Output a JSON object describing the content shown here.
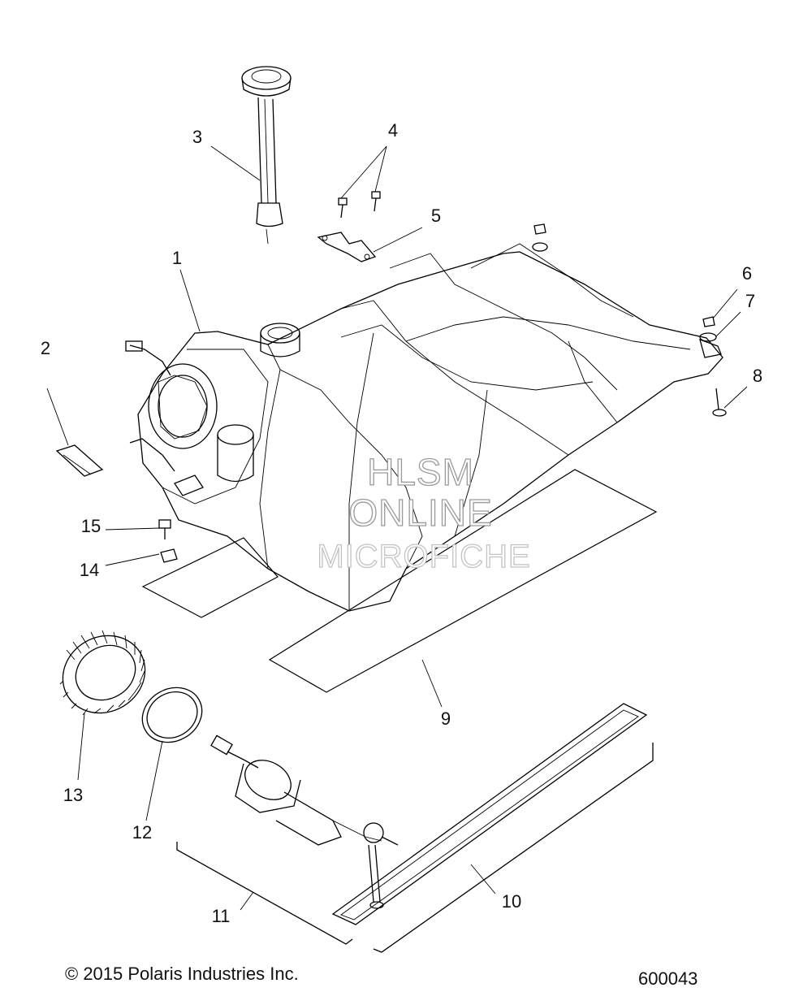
{
  "diagram": {
    "callouts": [
      {
        "id": "1",
        "text": "1"
      },
      {
        "id": "2",
        "text": "2"
      },
      {
        "id": "3",
        "text": "3"
      },
      {
        "id": "4",
        "text": "4"
      },
      {
        "id": "5",
        "text": "5"
      },
      {
        "id": "6",
        "text": "6"
      },
      {
        "id": "7",
        "text": "7"
      },
      {
        "id": "8",
        "text": "8"
      },
      {
        "id": "9",
        "text": "9"
      },
      {
        "id": "10",
        "text": "10"
      },
      {
        "id": "11",
        "text": "11"
      },
      {
        "id": "12",
        "text": "12"
      },
      {
        "id": "13",
        "text": "13"
      },
      {
        "id": "14",
        "text": "14"
      },
      {
        "id": "15",
        "text": "15"
      }
    ],
    "watermark": {
      "line1": "HLSM",
      "line2": "ONLINE",
      "line3": "MICROFICHE"
    },
    "footer": {
      "copyright": "© 2015 Polaris Industries Inc.",
      "drawing_number": "600043"
    }
  }
}
